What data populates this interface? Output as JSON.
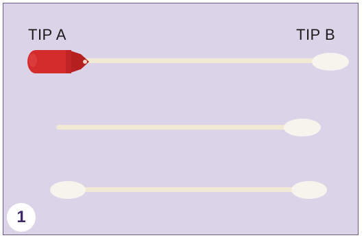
{
  "labels": {
    "tip_a": "TIP A",
    "tip_b": "TIP B"
  },
  "step_number": "1",
  "colors": {
    "background": "#dbd4e8",
    "border": "#6c5a8e",
    "swab_stick": "#f1e9d3",
    "cotton_tip": "#f7f4ee",
    "red_cap": "#d42c2c",
    "badge_text": "#3e2a6a"
  },
  "icons": [
    "cotton-swab-with-red-cap",
    "cotton-swab-one-tip",
    "cotton-swab-two-tips"
  ]
}
